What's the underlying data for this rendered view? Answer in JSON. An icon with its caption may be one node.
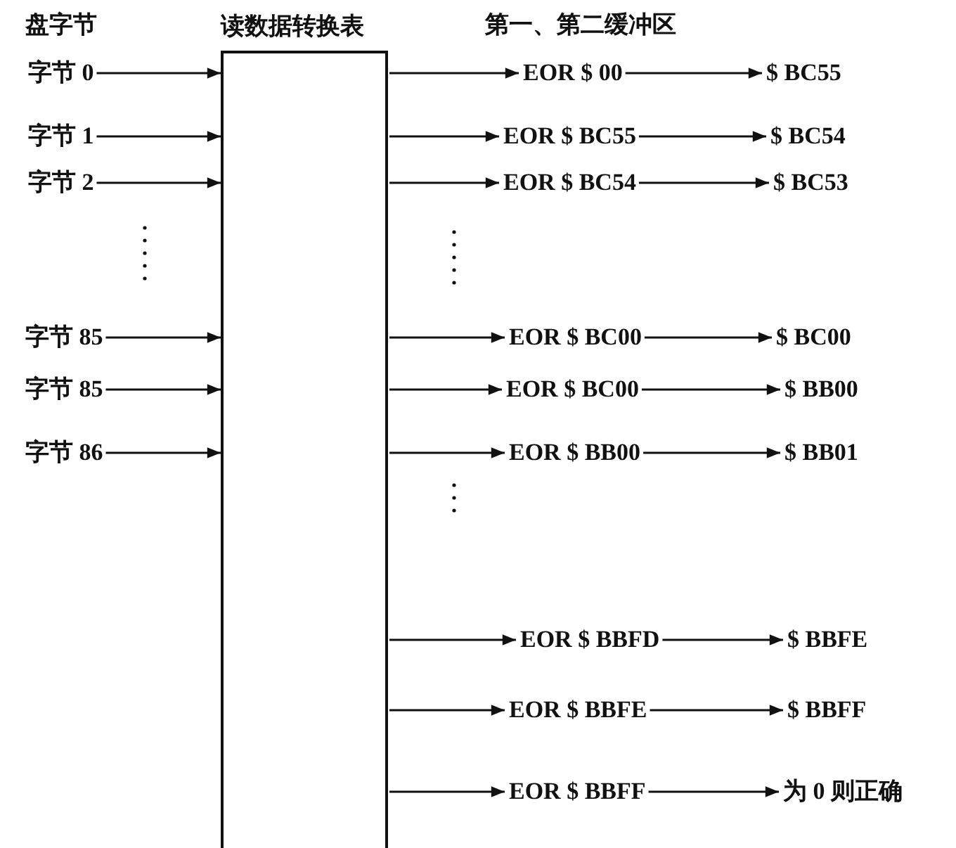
{
  "diagram": {
    "nodes": [
      {
        "text": [
          "字节 0"
        ]
      },
      {
        "text": [
          "字节 1"
        ]
      },
      {
        "text": [
          "字节 2"
        ]
      },
      {
        "text": [
          "字节 85"
        ]
      },
      {
        "text": [
          "字节 85"
        ]
      },
      {
        "text": [
          "字节 86"
        ]
      },
      {
        "text": [
          "读数据转换表"
        ]
      },
      {
        "text": [
          "EOR $ 00"
        ]
      },
      {
        "text": [
          "$ BC55"
        ]
      },
      {
        "text": [
          "EOR $ BC55"
        ]
      },
      {
        "text": [
          "$ BC54"
        ]
      },
      {
        "text": [
          "EOR $ BC54"
        ]
      },
      {
        "text": [
          "$ BC53"
        ]
      },
      {
        "text": [
          "EOR $ BC00"
        ]
      },
      {
        "text": [
          "$ BC00"
        ]
      },
      {
        "text": [
          "EOR $ BC00"
        ]
      },
      {
        "text": [
          "$ BB00"
        ]
      },
      {
        "text": [
          "EOR $ BB00"
        ]
      },
      {
        "text": [
          "$ BB01"
        ]
      },
      {
        "text": [
          "EOR $ BBFD"
        ]
      },
      {
        "text": [
          "$ BBFE"
        ]
      },
      {
        "text": [
          "EOR $ BBFE"
        ]
      },
      {
        "text": [
          "$ BBFF"
        ]
      },
      {
        "text": [
          "EOR $ BBFF"
        ]
      },
      {
        "text": [
          "为 0 则正确"
        ]
      }
    ],
    "edges": [
      {
        "from": 0,
        "to": 6,
        "arrow": "to"
      },
      {
        "from": 1,
        "to": 6,
        "arrow": "to"
      },
      {
        "from": 2,
        "to": 6,
        "arrow": "to"
      },
      {
        "from": 3,
        "to": 6,
        "arrow": "to"
      },
      {
        "from": 4,
        "to": 6,
        "arrow": "to"
      },
      {
        "from": 5,
        "to": 6,
        "arrow": "to"
      },
      {
        "from": 6,
        "to": 7,
        "arrow": "to"
      },
      {
        "from": 7,
        "to": 8,
        "arrow": "to"
      },
      {
        "from": 6,
        "to": 9,
        "arrow": "to"
      },
      {
        "from": 9,
        "to": 10,
        "arrow": "to"
      },
      {
        "from": 6,
        "to": 11,
        "arrow": "to"
      },
      {
        "from": 11,
        "to": 12,
        "arrow": "to"
      },
      {
        "from": 6,
        "to": 13,
        "arrow": "to"
      },
      {
        "from": 13,
        "to": 14,
        "arrow": "to"
      },
      {
        "from": 6,
        "to": 15,
        "arrow": "to"
      },
      {
        "from": 15,
        "to": 16,
        "arrow": "to"
      },
      {
        "from": 6,
        "to": 17,
        "arrow": "to"
      },
      {
        "from": 17,
        "to": 18,
        "arrow": "to"
      },
      {
        "from": 6,
        "to": 19,
        "arrow": "to"
      },
      {
        "from": 19,
        "to": 20,
        "arrow": "to"
      },
      {
        "from": 6,
        "to": 21,
        "arrow": "to"
      },
      {
        "from": 21,
        "to": 22,
        "arrow": "to"
      },
      {
        "from": 6,
        "to": 23,
        "arrow": "to"
      },
      {
        "from": 23,
        "to": 24,
        "arrow": "to"
      }
    ],
    "labels": [
      "盘字节",
      "第一、第二缓冲区"
    ]
  }
}
